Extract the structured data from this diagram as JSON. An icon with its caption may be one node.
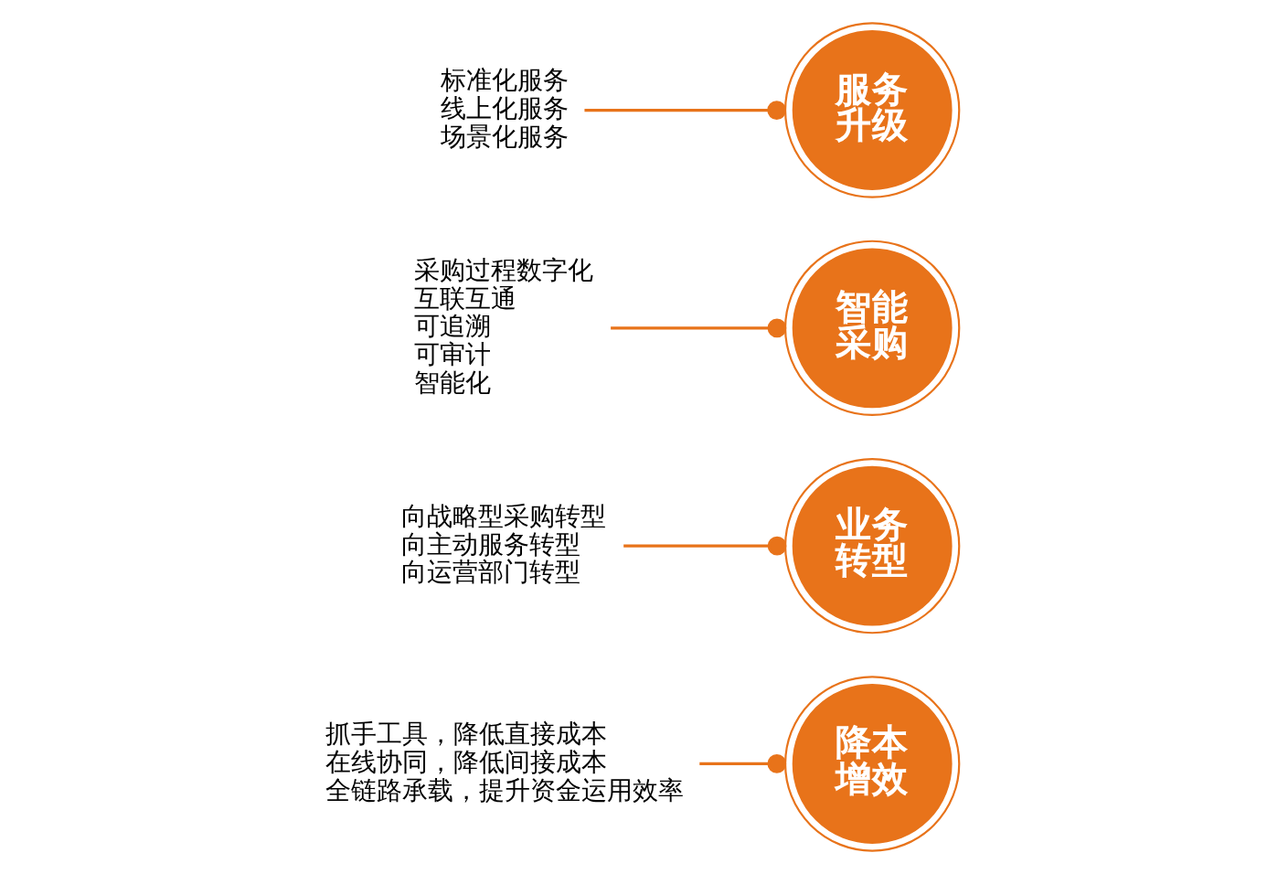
{
  "diagram": {
    "nodes": [
      {
        "text": [
          "抓手工具，降低直接成本",
          "在线协同，降低间接成本",
          "全链路承载，提升资金运用效率"
        ]
      },
      {
        "text": [
          "降本增效"
        ]
      },
      {
        "text": [
          "业务转型"
        ]
      },
      {
        "text": [
          "向战略型采购转型",
          "向主动服务转型",
          "向运营部门转型"
        ]
      },
      {
        "text": [
          "采购过程数字化",
          "互联互通",
          "可追溯",
          "可审计",
          "智能化"
        ]
      },
      {
        "text": [
          "智能采购"
        ]
      },
      {
        "text": [
          "服务升级"
        ]
      },
      {
        "text": [
          "标准化服务",
          "线上化服务",
          "场景化服务"
        ]
      }
    ],
    "edges": [
      {
        "from": 0,
        "to": 1,
        "arrow": "other"
      },
      {
        "from": 3,
        "to": 2,
        "arrow": "other"
      },
      {
        "from": 4,
        "to": 5,
        "arrow": "other"
      },
      {
        "from": 7,
        "to": 6,
        "arrow": "other"
      }
    ]
  }
}
